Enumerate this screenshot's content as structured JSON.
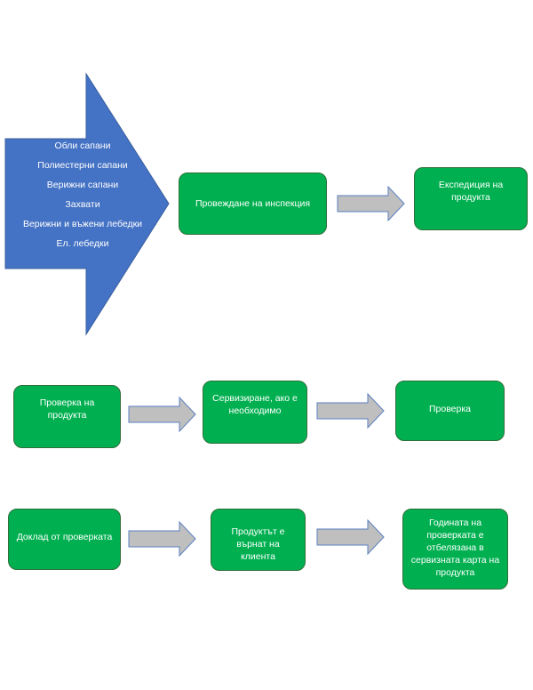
{
  "colors": {
    "big_arrow": "#4472c4",
    "box_fill": "#00b050",
    "small_arrow": "#bfbfbf"
  },
  "sources": [
    "Обли сапани",
    "Полиестерни сапани",
    "Верижни сапани",
    "Захвати",
    "Верижни и въжени лебедки",
    "Ел. лебедки"
  ],
  "row1": [
    "Провеждане на инспекция",
    "Експедиция на продукта"
  ],
  "row2": [
    "Проверка на продукта",
    "Сервизиране, ако е необходимо",
    "Проверка"
  ],
  "row3": [
    "Доклад от проверката",
    "Продуктът е върнат на клиента",
    "Годината на проверката е отбелязана в сервизната карта на продукта"
  ]
}
